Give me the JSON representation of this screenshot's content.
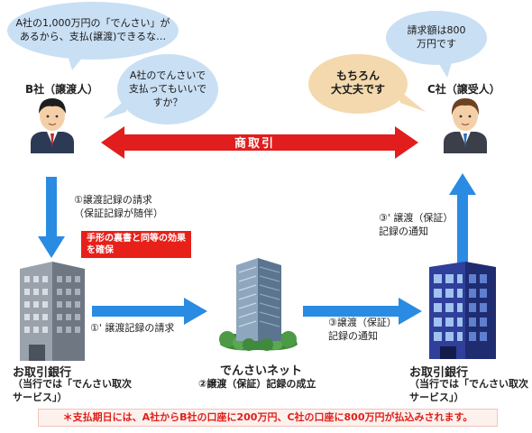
{
  "bubbles": {
    "b_top": [
      "A社の1,000万円の「でんさい」が",
      "あるから、支払(譲渡)できるな…"
    ],
    "b_second": [
      "A社のでんさいで",
      "支払ってもいいで",
      "すか？"
    ],
    "c_top": [
      "請求額は800",
      "万円です"
    ],
    "c_reply": [
      "もちろん",
      "大丈夫です"
    ]
  },
  "parties": {
    "b_company": "B社（譲渡人）",
    "c_company": "C社（譲受人）"
  },
  "trade_label": "商取引",
  "steps": {
    "step1": [
      "①譲渡記録の請求",
      "（保証記録が随伴）"
    ],
    "badge": [
      "手形の裏書と同等の効果",
      "を確保"
    ],
    "step1_prime": "①' 譲渡記録の請求",
    "step3": [
      "③譲渡（保証）",
      "記録の通知"
    ],
    "step3_prime": [
      "③' 譲渡（保証）",
      "記録の通知"
    ]
  },
  "banks": {
    "left_title": "お取引銀行",
    "left_sub": [
      "（当行では「でんさい取次",
      "サービス」）"
    ],
    "right_title": "お取引銀行",
    "right_sub": [
      "（当行では「でんさい取次",
      "サービス」）"
    ]
  },
  "densai_net": {
    "title": "でんさいネット",
    "sub": "②譲渡（保証）記録の成立"
  },
  "footer": "＊支払期日には、A社からB社の口座に200万円、C社の口座に800万円が払込みされます。",
  "colors": {
    "arrow_blue": "#2a8be2",
    "trade_red": "#e11d1d",
    "bubble_blue": "#c9dff4",
    "bubble_orange": "#f3d9ad",
    "badge_red": "#e8201a"
  }
}
